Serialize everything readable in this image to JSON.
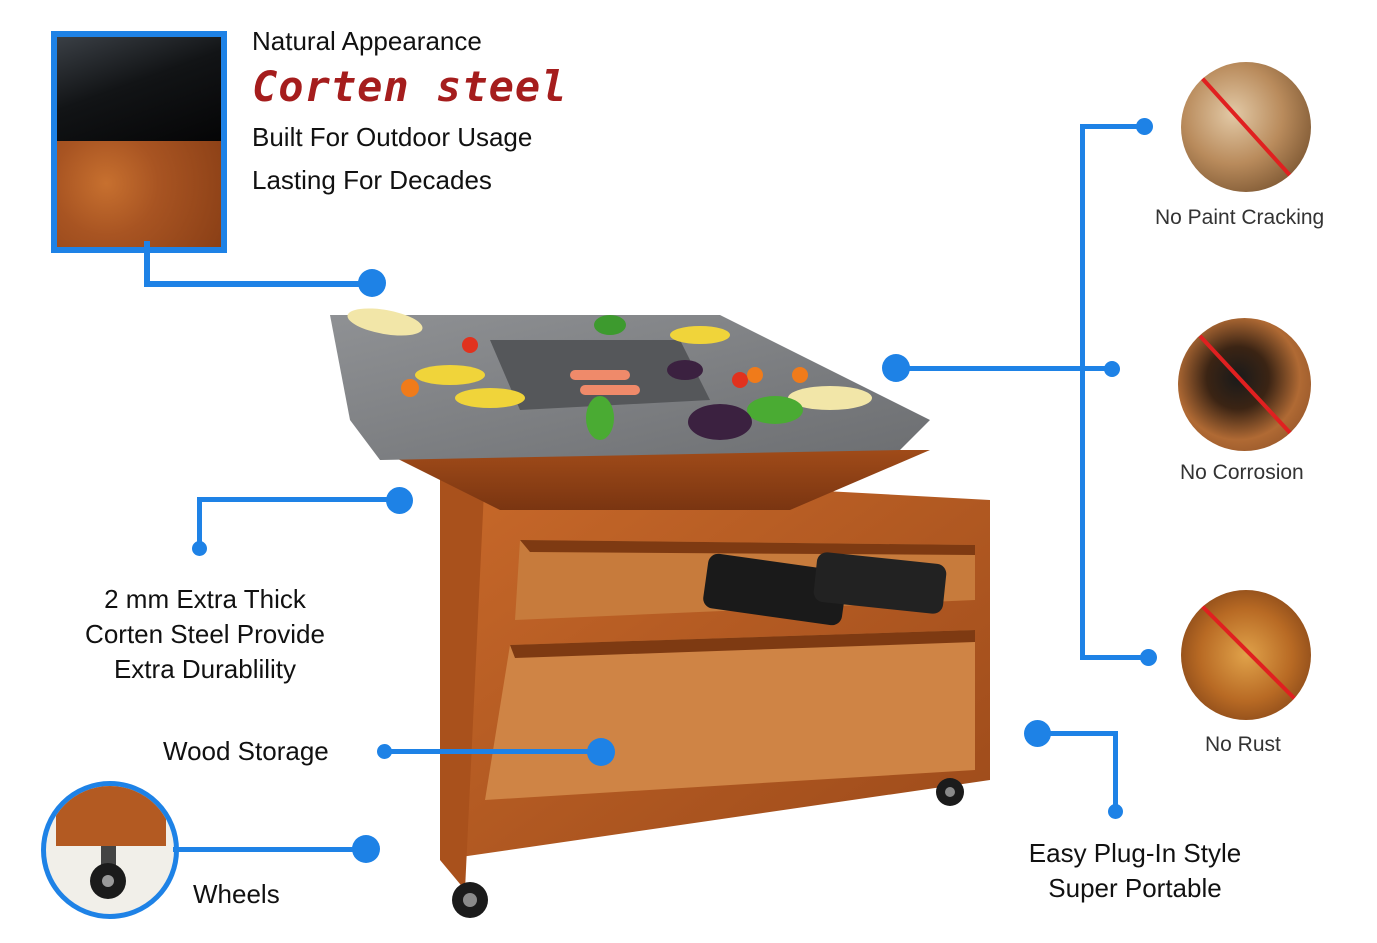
{
  "header": {
    "line1": "Natural Appearance",
    "headline": "Corten steel",
    "line3": "Built For Outdoor Usage",
    "line4": "Lasting For Decades"
  },
  "features": {
    "thickness": [
      "2 mm Extra Thick",
      "Corten Steel Provide",
      "Extra Durablility"
    ],
    "wood_storage": "Wood Storage",
    "wheels": "Wheels",
    "plug_in": [
      "Easy Plug-In Style",
      "Super Portable"
    ]
  },
  "benefits": [
    {
      "label": "No Paint Cracking"
    },
    {
      "label": "No Corrosion"
    },
    {
      "label": "No Rust"
    }
  ],
  "colors": {
    "accent": "#1e82e6",
    "headline": "#a51d1d",
    "corten": "#b35a22",
    "steel_top": "#7d7f82"
  }
}
